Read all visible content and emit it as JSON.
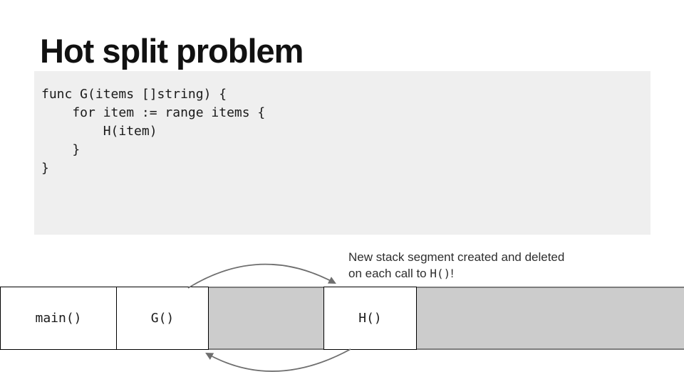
{
  "slide": {
    "title": "Hot split problem"
  },
  "colors": {
    "title_text": "#111111",
    "code_background": "#efefef",
    "code_text": "#1a1a1a",
    "annotation_text": "#2e2e2e",
    "bar_fill": "#cccccc",
    "bar_border": "#7d7d7d",
    "frame_fill": "#ffffff",
    "frame_border": "#000000",
    "arrow": "#6e6e6e"
  },
  "code_block": {
    "lines": [
      "func G(items []string) {",
      "    for item := range items {",
      "        H(item)",
      "    }",
      "}"
    ]
  },
  "annotation": {
    "line1": "New stack segment created and deleted",
    "line2_prefix": "on each call to ",
    "line2_code": "H()",
    "line2_suffix": "!"
  },
  "stack_diagram": {
    "frames": [
      {
        "label": "main()"
      },
      {
        "label": "G()"
      },
      {
        "label": "H()"
      }
    ]
  }
}
